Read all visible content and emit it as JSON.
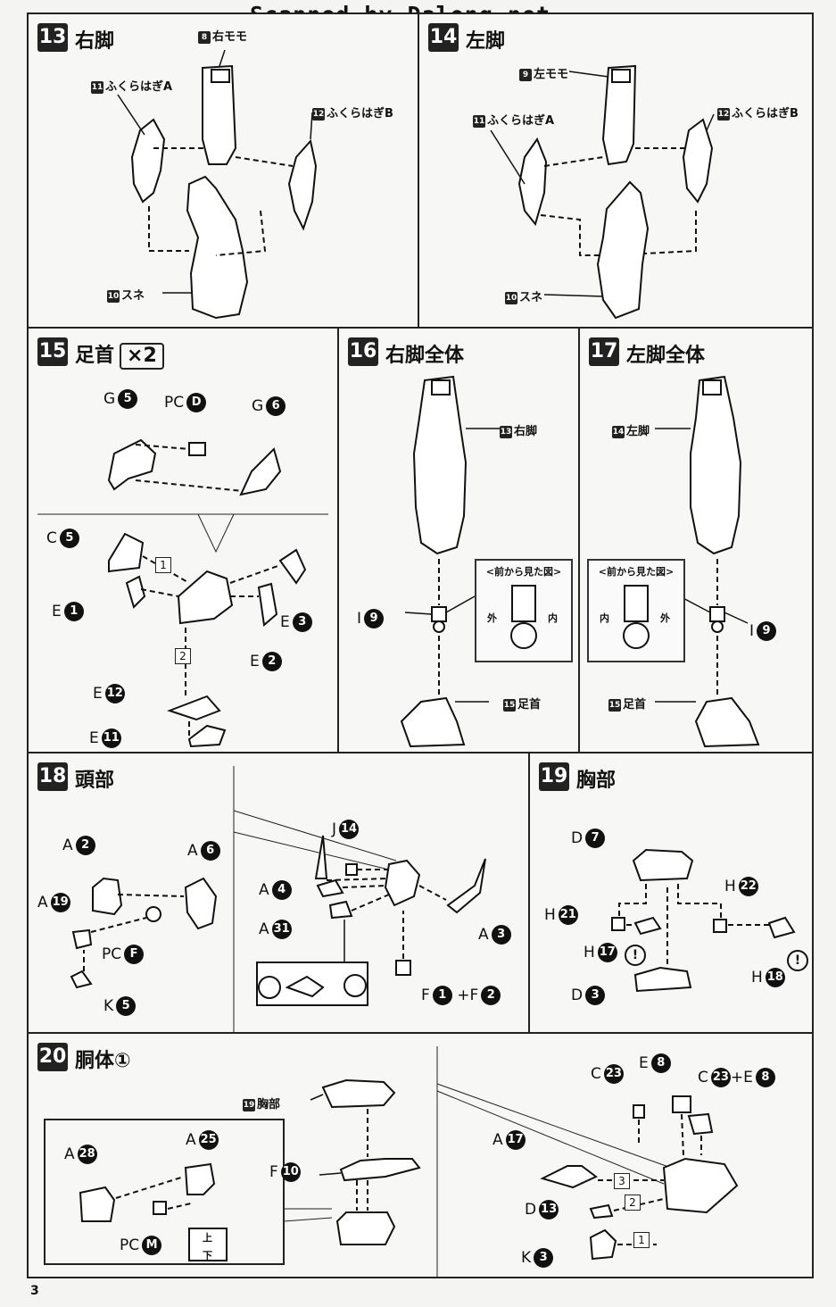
{
  "header": {
    "scanner_credit": "Scanned by Dalong.net"
  },
  "page_number": "3",
  "steps": {
    "s13": {
      "number": "13",
      "title": "右脚",
      "parts": {
        "thigh": "右モモ",
        "thigh_no": "8",
        "calf_a": "ふくらはぎA",
        "calf_a_no": "11",
        "calf_b": "ふくらはぎB",
        "calf_b_no": "12",
        "shin": "スネ",
        "shin_no": "10"
      }
    },
    "s14": {
      "number": "14",
      "title": "左脚",
      "parts": {
        "thigh": "左モモ",
        "thigh_no": "9",
        "calf_a": "ふくらはぎA",
        "calf_a_no": "11",
        "calf_b": "ふくらはぎB",
        "calf_b_no": "12",
        "shin": "スネ",
        "shin_no": "10"
      }
    },
    "s15": {
      "number": "15",
      "title": "足首",
      "multiplier": "×2",
      "labels": {
        "g5_l": "G",
        "g5_n": "5",
        "pcd_l": "PC",
        "pcd_n": "D",
        "g6_l": "G",
        "g6_n": "6",
        "c5_l": "C",
        "c5_n": "5",
        "e1_l": "E",
        "e1_n": "1",
        "e3_l": "E",
        "e3_n": "3",
        "e2_l": "E",
        "e2_n": "2",
        "e12_l": "E",
        "e12_n": "12",
        "e11_l": "E",
        "e11_n": "11",
        "step1": "1",
        "step2": "2"
      }
    },
    "s16": {
      "number": "16",
      "title": "右脚全体",
      "labels": {
        "leg": "右脚",
        "leg_no": "13",
        "ankle": "足首",
        "ankle_no": "15",
        "i_l": "I",
        "i_n": "9"
      },
      "inset": {
        "title": "<前から見た図>",
        "left": "外",
        "right": "内"
      }
    },
    "s17": {
      "number": "17",
      "title": "左脚全体",
      "labels": {
        "leg": "左脚",
        "leg_no": "14",
        "ankle": "足首",
        "ankle_no": "15",
        "i_l": "I",
        "i_n": "9"
      },
      "inset": {
        "title": "<前から見た図>",
        "left": "内",
        "right": "外"
      }
    },
    "s18": {
      "number": "18",
      "title": "頭部",
      "labels": {
        "a2_l": "A",
        "a2_n": "2",
        "a6_l": "A",
        "a6_n": "6",
        "a19_l": "A",
        "a19_n": "19",
        "pcf_l": "PC",
        "pcf_n": "F",
        "k5_l": "K",
        "k5_n": "5",
        "j14_l": "J",
        "j14_n": "14",
        "a4_l": "A",
        "a4_n": "4",
        "a31_l": "A",
        "a31_n": "31",
        "a3_l": "A",
        "a3_n": "3",
        "f1_l": "F",
        "f1_n": "1",
        "plus": "+",
        "f2_l": "F",
        "f2_n": "2"
      }
    },
    "s19": {
      "number": "19",
      "title": "胸部",
      "labels": {
        "d7_l": "D",
        "d7_n": "7",
        "h22_l": "H",
        "h22_n": "22",
        "h21_l": "H",
        "h21_n": "21",
        "h17_l": "H",
        "h17_n": "17",
        "h18_l": "H",
        "h18_n": "18",
        "d3_l": "D",
        "d3_n": "3",
        "warn": "!"
      }
    },
    "s20": {
      "number": "20",
      "title": "胴体①",
      "labels": {
        "chest": "胸部",
        "chest_no": "19",
        "f10_l": "F",
        "f10_n": "10",
        "a28_l": "A",
        "a28_n": "28",
        "a25_l": "A",
        "a25_n": "25",
        "pcm_l": "PC",
        "pcm_n": "M",
        "up": "上",
        "down": "下",
        "c23_l": "C",
        "c23_n": "23",
        "e8_l": "E",
        "e8_n": "8",
        "c23b_l": "C",
        "c23b_n": "23",
        "plus": "+",
        "e8b_l": "E",
        "e8b_n": "8",
        "a17_l": "A",
        "a17_n": "17",
        "d13_l": "D",
        "d13_n": "13",
        "k3_l": "K",
        "k3_n": "3",
        "step1": "1",
        "step2": "2",
        "step3": "3"
      }
    }
  }
}
